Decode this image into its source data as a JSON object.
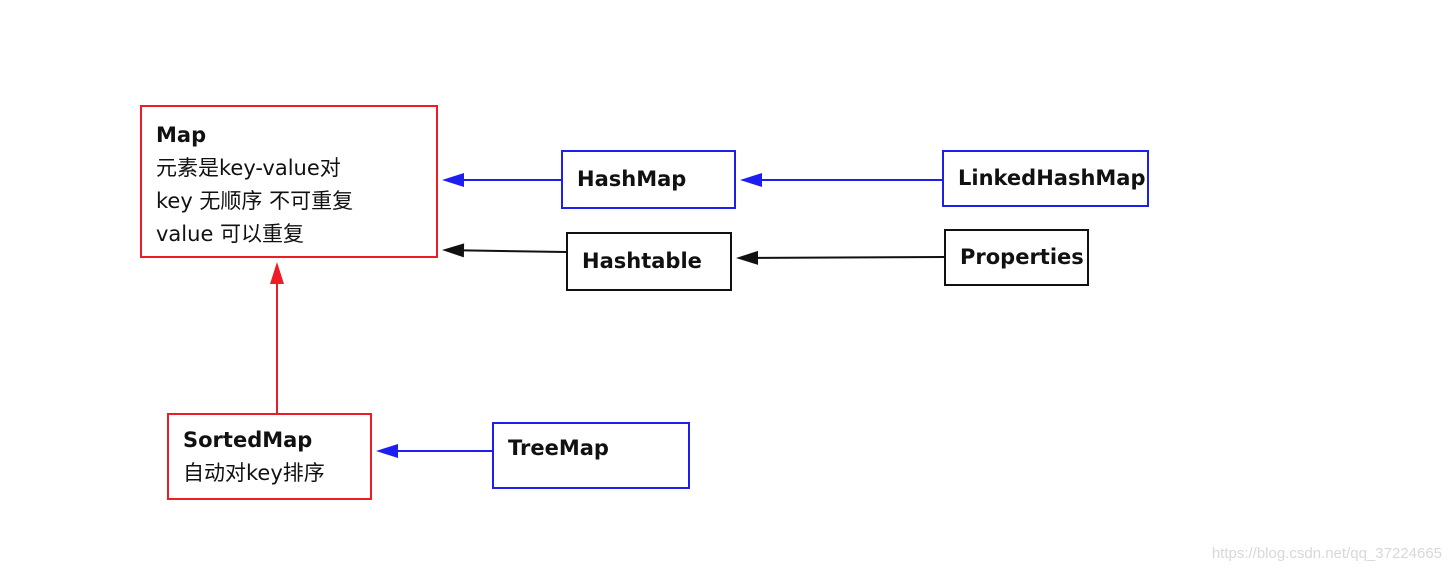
{
  "colors": {
    "red": "#ee1c24",
    "blue": "#1e1eee",
    "black": "#111111",
    "watermark": "#d8d8d8"
  },
  "nodes": {
    "map": {
      "border": "red",
      "lines": [
        "Map",
        "元素是key-value对",
        "key 无顺序 不可重复",
        "value 可以重复"
      ]
    },
    "hashmap": {
      "border": "blue",
      "lines": [
        "HashMap"
      ]
    },
    "linkedhashmap": {
      "border": "blue",
      "lines": [
        "LinkedHashMap"
      ]
    },
    "hashtable": {
      "border": "black",
      "lines": [
        "Hashtable"
      ]
    },
    "properties": {
      "border": "black",
      "lines": [
        "Properties"
      ]
    },
    "sortedmap": {
      "border": "red",
      "lines": [
        "SortedMap",
        "自动对key排序"
      ]
    },
    "treemap": {
      "border": "blue",
      "lines": [
        "TreeMap"
      ]
    }
  },
  "edges": [
    {
      "from": "hashmap",
      "to": "map",
      "color": "blue"
    },
    {
      "from": "linkedhashmap",
      "to": "hashmap",
      "color": "blue"
    },
    {
      "from": "hashtable",
      "to": "map",
      "color": "black"
    },
    {
      "from": "properties",
      "to": "hashtable",
      "color": "black"
    },
    {
      "from": "sortedmap",
      "to": "map",
      "color": "red"
    },
    {
      "from": "treemap",
      "to": "sortedmap",
      "color": "blue"
    }
  ],
  "watermark": "https://blog.csdn.net/qq_37224665"
}
